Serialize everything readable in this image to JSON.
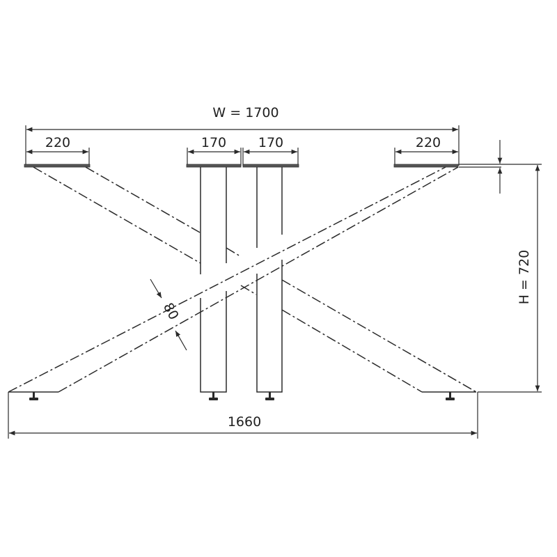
{
  "dimensions": {
    "overall_width": "W = 1700",
    "top_left_plate": "220",
    "top_center_left": "170",
    "top_center_right": "170",
    "top_right_plate": "220",
    "height": "H = 720",
    "bottom_length": "1660",
    "beam_width": "80"
  },
  "colors": {
    "line": "#2a2a2a",
    "text": "#1f1f1f",
    "background": "#ffffff"
  }
}
